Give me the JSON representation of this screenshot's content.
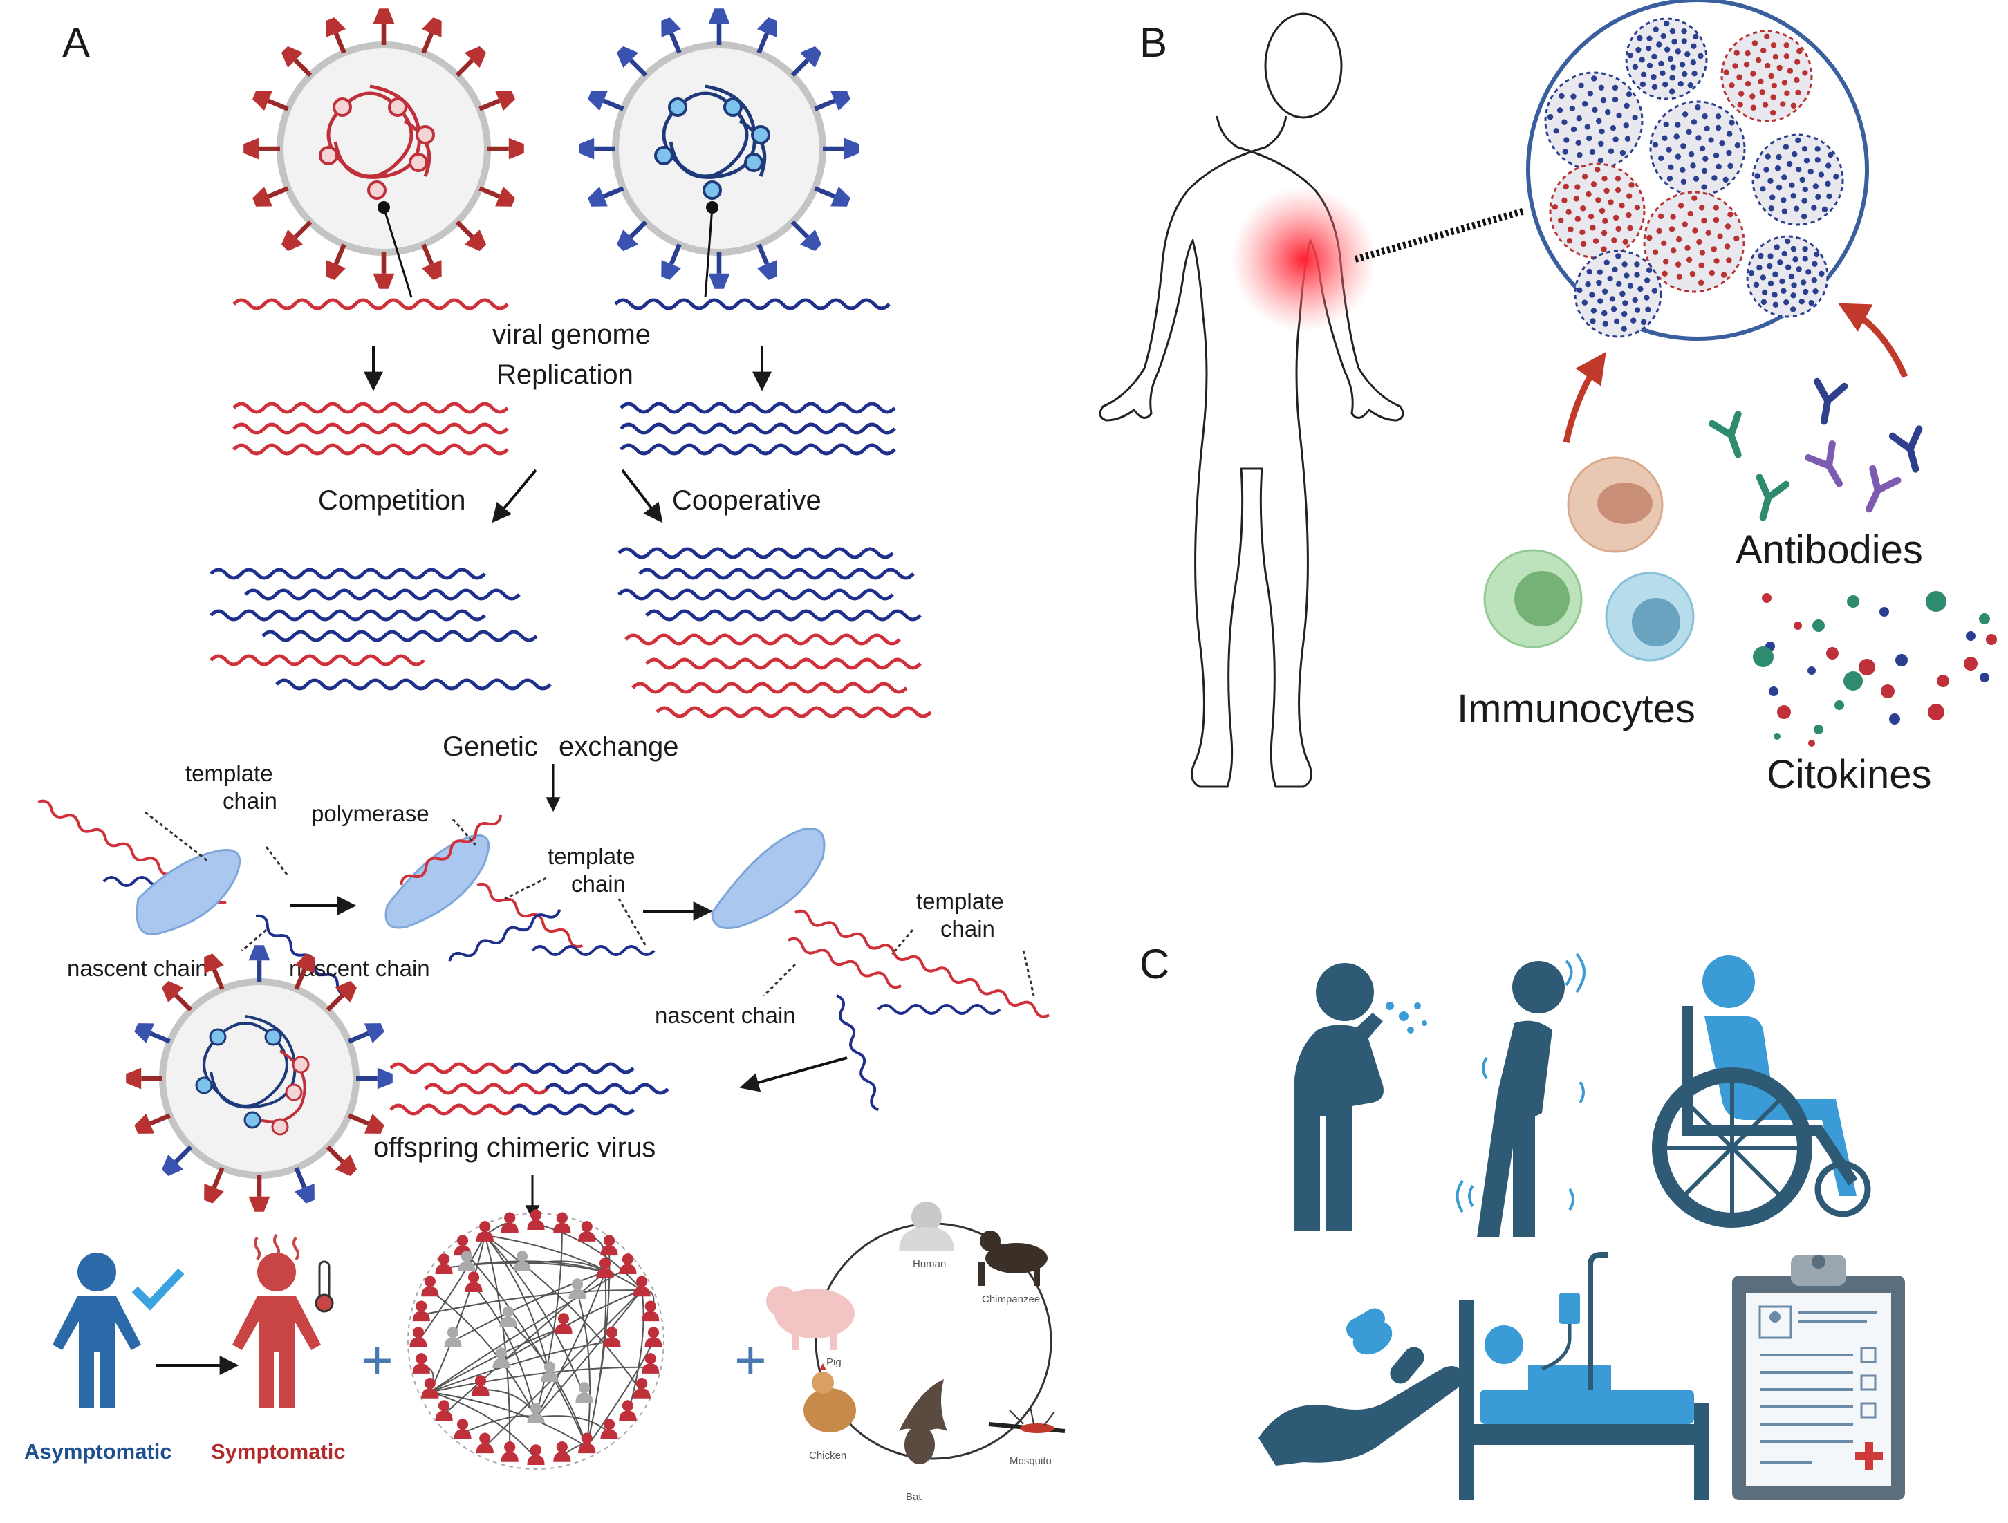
{
  "panels": {
    "a": "A",
    "b": "B",
    "c": "C"
  },
  "panel_a": {
    "viral_genome": "viral genome",
    "replication": "Replication",
    "competition": "Competition",
    "cooperative": "Cooperative",
    "genetic": "Genetic",
    "exchange": "exchange",
    "template": "template",
    "chain": "chain",
    "polymerase": "polymerase",
    "nascent_chain": "nascent chain",
    "offspring": "offspring chimeric virus",
    "asymptomatic": "Asymptomatic",
    "symptomatic": "Symptomatic",
    "plus": "+",
    "hosts": [
      "Human",
      "Chimpanzee",
      "Pig",
      "Chicken",
      "Bat",
      "Mosquito"
    ]
  },
  "panel_b": {
    "immunocytes": "Immunocytes",
    "antibodies": "Antibodies",
    "citokines": "Citokines"
  },
  "colors": {
    "virus_red": "#b83232",
    "virus_blue": "#2a3f8f",
    "genome_red": "#d0303a",
    "genome_blue": "#1f2f8c",
    "polymerase": "#a9c7ef",
    "icon_dark": "#2e5a75",
    "icon_light": "#3b9bd6",
    "arrow_red": "#c0392b"
  }
}
